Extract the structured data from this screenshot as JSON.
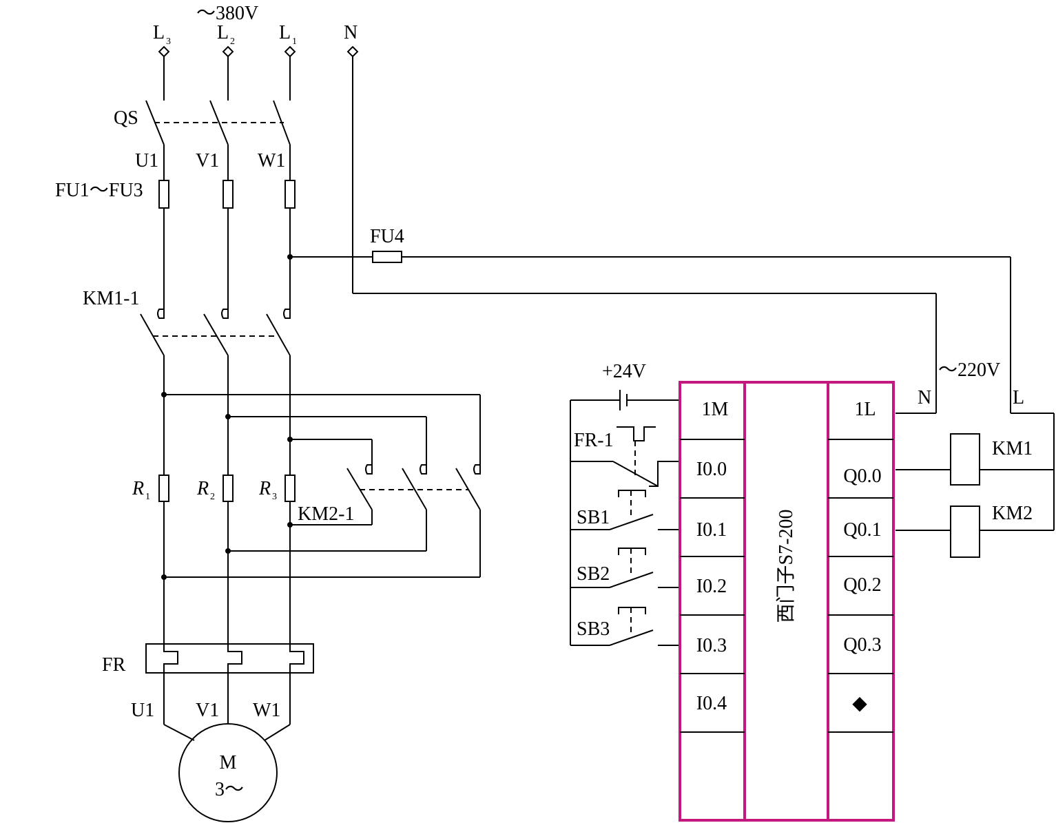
{
  "supply": {
    "voltage": "～380V",
    "phase_l3": "L",
    "phase_l3_sub": "3",
    "phase_l2": "L",
    "phase_l2_sub": "2",
    "phase_l1": "L",
    "phase_l1_sub": "1",
    "neutral": "N"
  },
  "main_circuit": {
    "qs": "QS",
    "u1_top": "U1",
    "v1_top": "V1",
    "w1_top": "W1",
    "fuses": "FU1～FU3",
    "km1": "KM1-1",
    "r1": "R",
    "r1_sub": "1",
    "r2": "R",
    "r2_sub": "2",
    "r3": "R",
    "r3_sub": "3",
    "km2": "KM2-1",
    "fr": "FR",
    "u1_bottom": "U1",
    "v1_bottom": "V1",
    "w1_bottom": "W1",
    "motor": "M",
    "motor_phase": "3～"
  },
  "control": {
    "fu4": "FU4",
    "v220": "～220V",
    "n": "N",
    "l": "L",
    "v24": "+24V",
    "fr1": "FR-1",
    "sb1": "SB1",
    "sb2": "SB2",
    "sb3": "SB3",
    "km1_coil": "KM1",
    "km2_coil": "KM2"
  },
  "plc": {
    "model": "西门子S7-200",
    "inputs": [
      "1M",
      "I0.0",
      "I0.1",
      "I0.2",
      "I0.3",
      "I0.4"
    ],
    "outputs": [
      "1L",
      "Q0.0",
      "Q0.1",
      "Q0.2",
      "Q0.3",
      "◆"
    ]
  }
}
